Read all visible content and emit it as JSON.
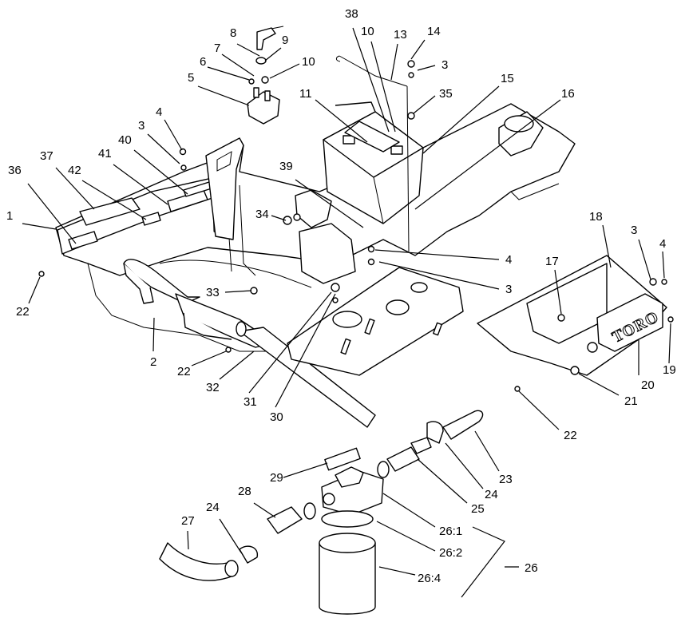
{
  "logo_text": "TORO",
  "callouts": [
    {
      "label": "1"
    },
    {
      "label": "2"
    },
    {
      "label": "3"
    },
    {
      "label": "3"
    },
    {
      "label": "3"
    },
    {
      "label": "3"
    },
    {
      "label": "4"
    },
    {
      "label": "4"
    },
    {
      "label": "4"
    },
    {
      "label": "5"
    },
    {
      "label": "6"
    },
    {
      "label": "7"
    },
    {
      "label": "8"
    },
    {
      "label": "9"
    },
    {
      "label": "10"
    },
    {
      "label": "10"
    },
    {
      "label": "11"
    },
    {
      "label": "13"
    },
    {
      "label": "14"
    },
    {
      "label": "15"
    },
    {
      "label": "16"
    },
    {
      "label": "17"
    },
    {
      "label": "18"
    },
    {
      "label": "19"
    },
    {
      "label": "20"
    },
    {
      "label": "21"
    },
    {
      "label": "22"
    },
    {
      "label": "22"
    },
    {
      "label": "22"
    },
    {
      "label": "23"
    },
    {
      "label": "24"
    },
    {
      "label": "24"
    },
    {
      "label": "25"
    },
    {
      "label": "26"
    },
    {
      "label": "26:1"
    },
    {
      "label": "26:2"
    },
    {
      "label": "26:4"
    },
    {
      "label": "27"
    },
    {
      "label": "28"
    },
    {
      "label": "29"
    },
    {
      "label": "30"
    },
    {
      "label": "31"
    },
    {
      "label": "32"
    },
    {
      "label": "33"
    },
    {
      "label": "34"
    },
    {
      "label": "35"
    },
    {
      "label": "36"
    },
    {
      "label": "37"
    },
    {
      "label": "38"
    },
    {
      "label": "39"
    },
    {
      "label": "40"
    },
    {
      "label": "41"
    },
    {
      "label": "42"
    }
  ]
}
